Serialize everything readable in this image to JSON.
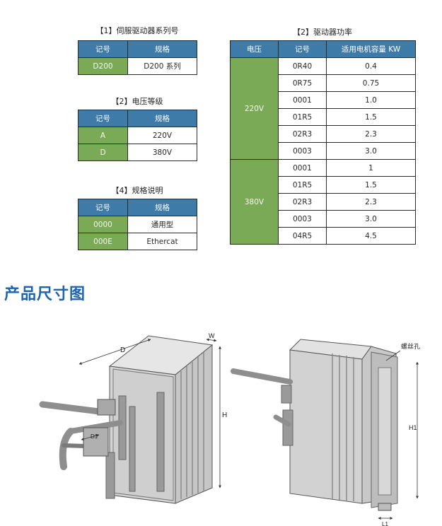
{
  "table1": {
    "title": "【1】伺服驱动器系列号",
    "headers": [
      "记号",
      "规格"
    ],
    "rows": [
      [
        "D200",
        "D200 系列"
      ]
    ]
  },
  "table2": {
    "title": "【2】电压等级",
    "headers": [
      "记号",
      "规格"
    ],
    "rows": [
      [
        "A",
        "220V"
      ],
      [
        "D",
        "380V"
      ]
    ]
  },
  "table4": {
    "title": "【4】规格说明",
    "headers": [
      "记号",
      "规格"
    ],
    "rows": [
      [
        "0000",
        "通用型"
      ],
      [
        "000E",
        "Ethercat"
      ]
    ]
  },
  "table_power": {
    "title": "【2】驱动器功率",
    "headers": [
      "电压",
      "记号",
      "适用电机容量 KW"
    ],
    "groups": [
      {
        "voltage": "220V",
        "rows": [
          [
            "0R40",
            "0.4"
          ],
          [
            "0R75",
            "0.75"
          ],
          [
            "0001",
            "1.0"
          ],
          [
            "01R5",
            "1.5"
          ],
          [
            "02R3",
            "2.3"
          ],
          [
            "0003",
            "3.0"
          ]
        ]
      },
      {
        "voltage": "380V",
        "rows": [
          [
            "0001",
            "1"
          ],
          [
            "01R5",
            "1.5"
          ],
          [
            "02R3",
            "2.3"
          ],
          [
            "0003",
            "3.0"
          ],
          [
            "04R5",
            "4.5"
          ]
        ]
      }
    ]
  },
  "section_title": "产品尺寸图",
  "drawing": {
    "labels": {
      "D": "D",
      "W": "W",
      "H": "H",
      "D1": "D1",
      "H1": "H1",
      "L1": "L1",
      "screw_hole": "螺丝孔"
    }
  },
  "colors": {
    "header_blue": "#3e7ba9",
    "code_green": "#7aaa56",
    "title_blue": "#1d63ad"
  }
}
